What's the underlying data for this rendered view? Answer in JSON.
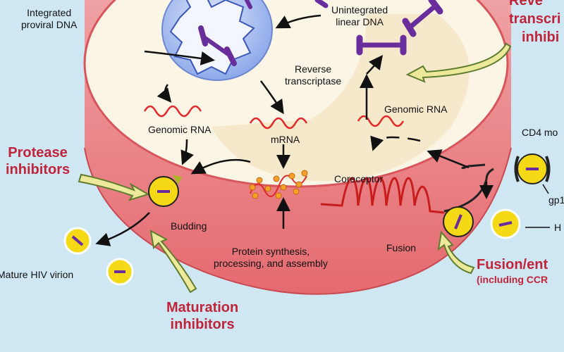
{
  "labels": {
    "integrated_proviral_dna": [
      "Integrated",
      "proviral DNA"
    ],
    "unintegrated_linear_dna": [
      "Unintegrated",
      "linear DNA"
    ],
    "reverse_transcriptase": [
      "Reverse",
      "transcriptase"
    ],
    "rt_inhibitors": [
      "Reve",
      "transcri",
      "inhibi"
    ],
    "genomic_rna_left": "Genomic RNA",
    "genomic_rna_right": "Genomic RNA",
    "mrna": "mRNA",
    "cd4": "CD4 mo",
    "gp": "gp1",
    "hiv": "H",
    "protease_inhibitors": [
      "Protease",
      "inhibitors"
    ],
    "budding": "Budding",
    "coreceptor": "Coreceptor",
    "mature_virion": "Mature HIV virion",
    "protein_synthesis": [
      "Protein synthesis,",
      "processing, and assembly"
    ],
    "fusion": "Fusion",
    "fusion_entry": [
      "Fusion/ent",
      "(including CCR"
    ],
    "maturation_inhibitors": [
      "Maturation",
      "inhibitors"
    ]
  },
  "colors": {
    "background": "#cfe6f3",
    "cell_wall": "#e8787d",
    "cell_interior": "#fbf3df",
    "nucleus": "#a9bff0",
    "dna": "#6a2d9c",
    "rna": "#e22828",
    "drug_label": "#c0243a",
    "virion": "#f5d916",
    "arrow_highlight": "#ecea9a"
  }
}
